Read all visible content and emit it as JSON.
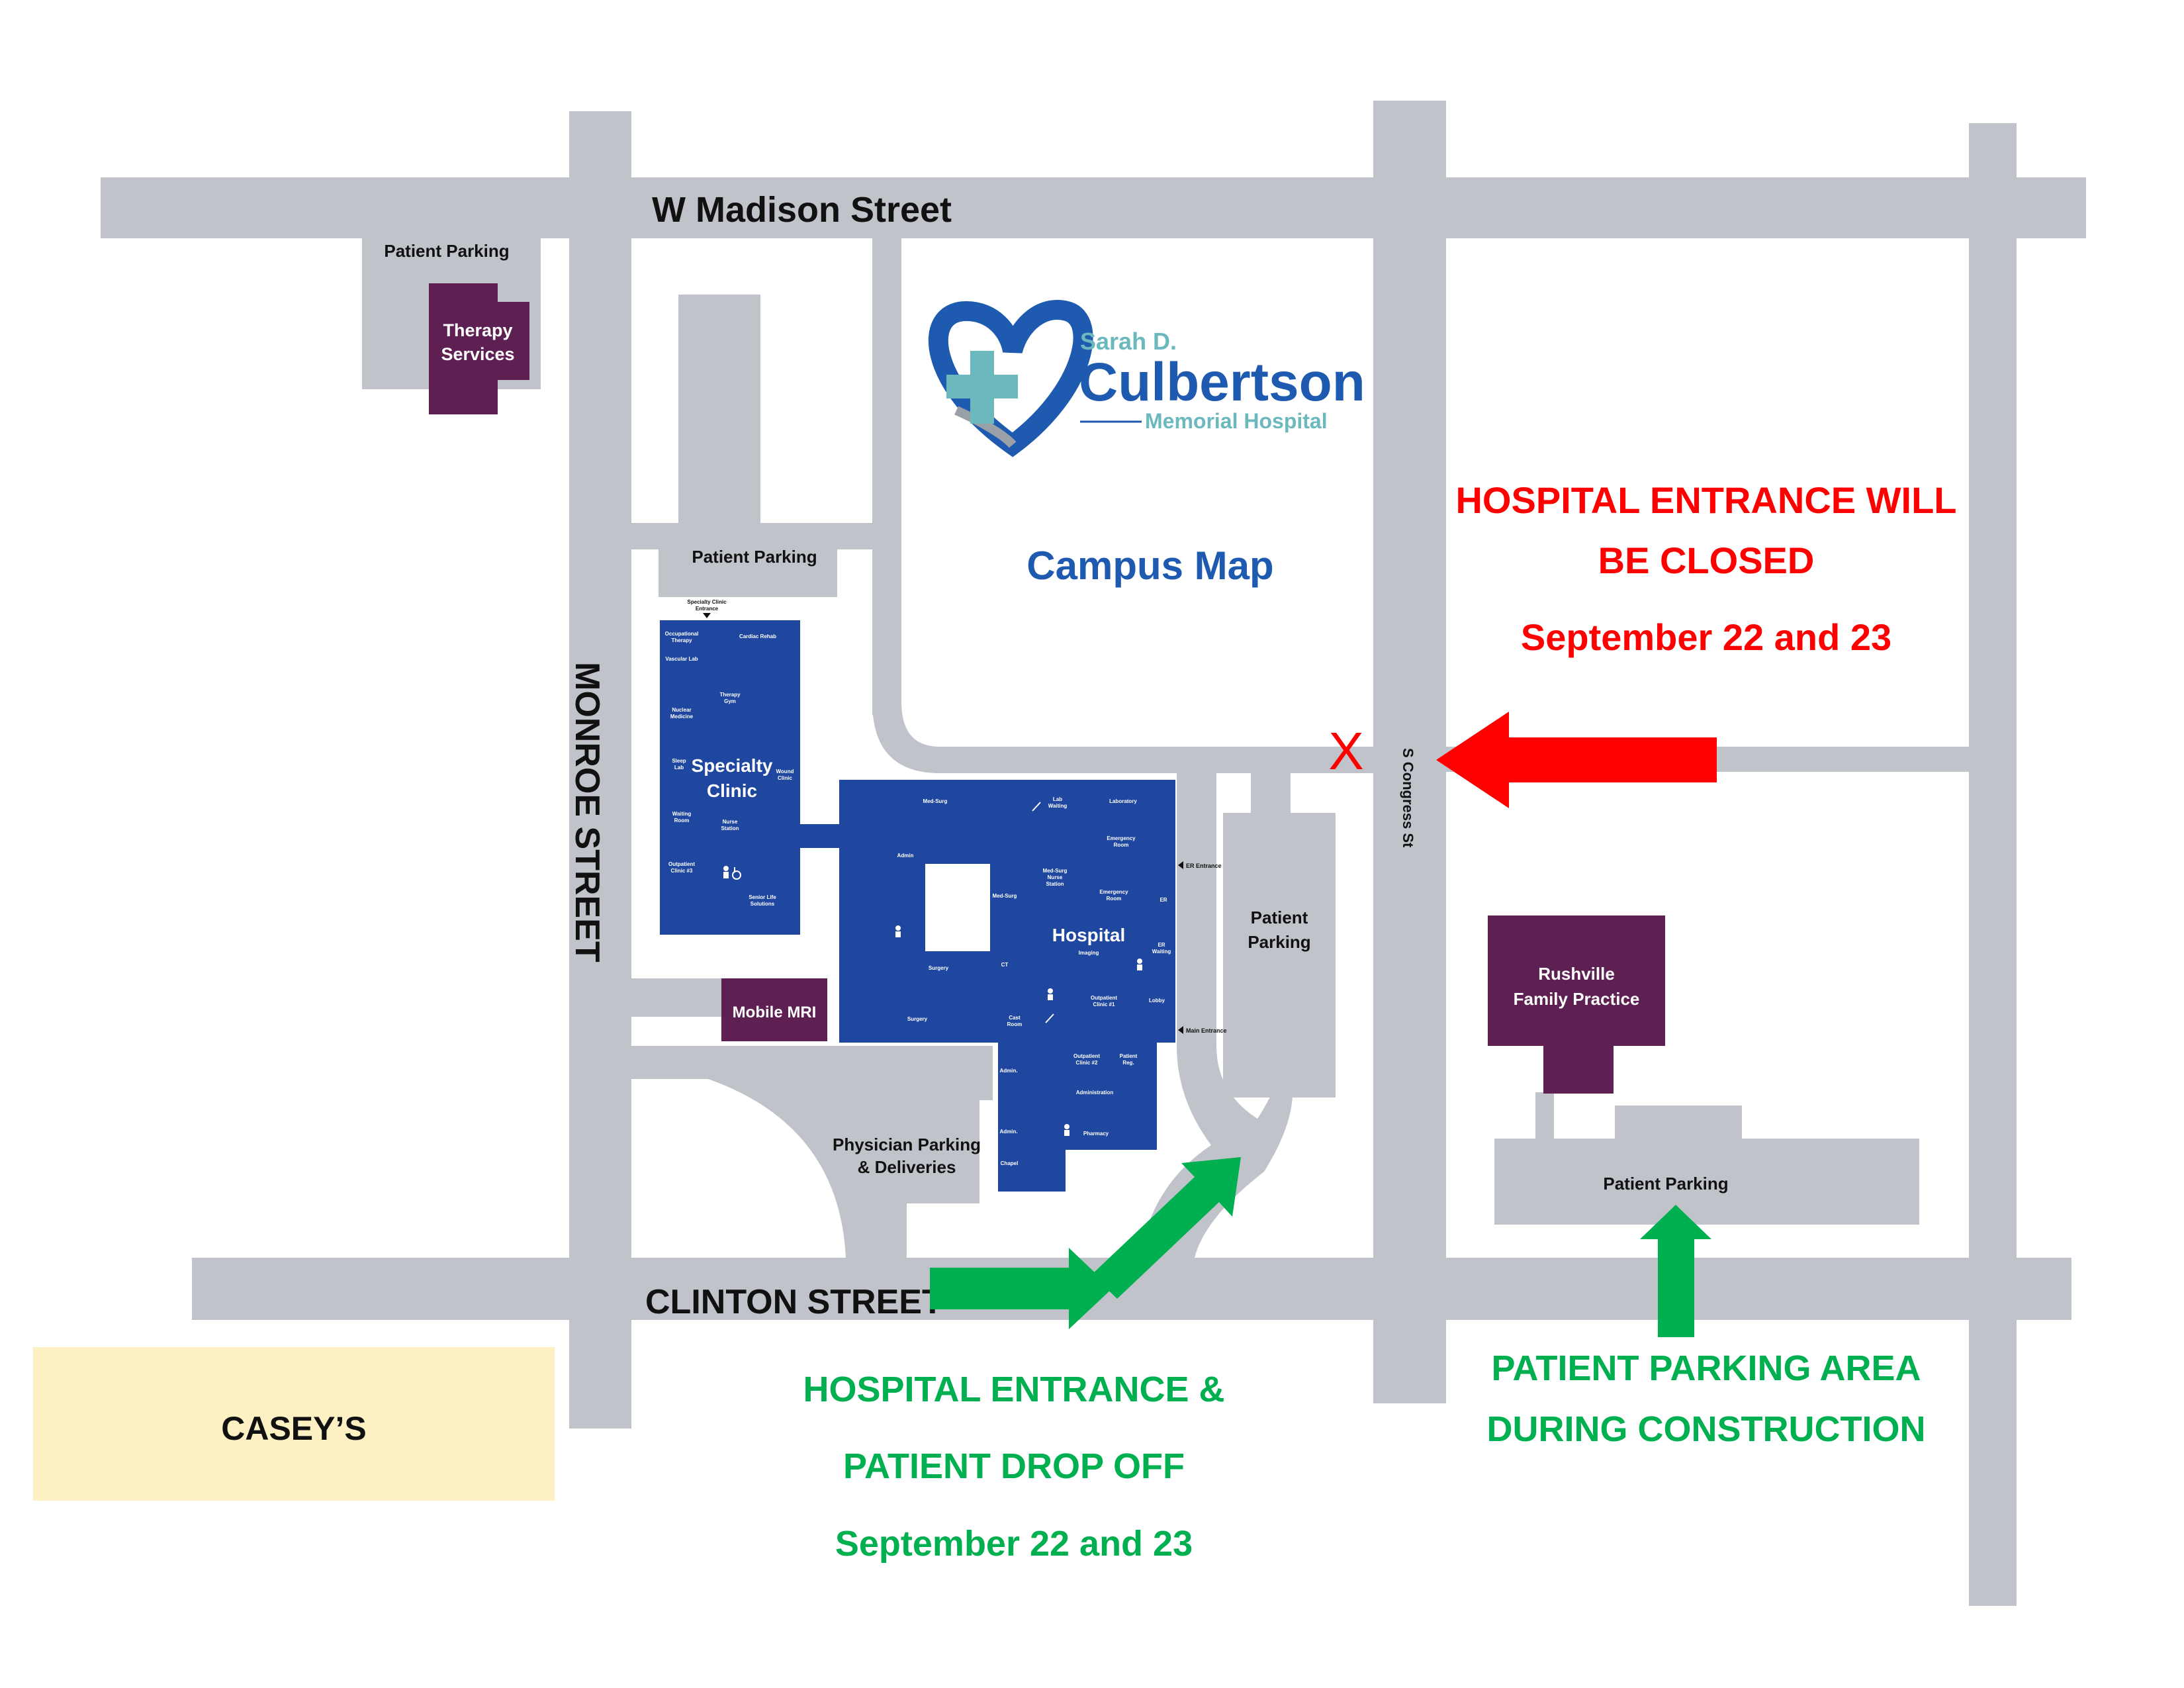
{
  "colors": {
    "road": "#c0c3c9",
    "building_blue": "#1f47a0",
    "building_purple": "#5e1f52",
    "closure_red": "#ff0000",
    "open_green": "#00b050",
    "caseys_bg": "#fdf1c4",
    "logo_blue": "#1e5bb0",
    "logo_teal": "#6bb8bd",
    "label_dark": "#111111"
  },
  "streets": {
    "north": "W Madison Street",
    "south": "CLINTON STREET",
    "west": "MONROE  STREET",
    "east": "S Congress St"
  },
  "logo": {
    "line1": "Sarah D.",
    "line2": "Culbertson",
    "line3": "Memorial Hospital",
    "icon": "heart-cross-icon"
  },
  "map_title": "Campus Map",
  "lots": {
    "northwest": "Patient Parking",
    "north_center": "Patient Parking",
    "east_small_1": "Patient",
    "east_small_2": "Parking",
    "physician_1": "Physician Parking",
    "physician_2": "& Deliveries",
    "southeast": "Patient Parking"
  },
  "buildings": {
    "therapy_1": "Therapy",
    "therapy_2": "Services",
    "specialty_1": "Specialty",
    "specialty_2": "Clinic",
    "specialty_entrance_1": "Specialty Clinic",
    "specialty_entrance_2": "Entrance",
    "mobile_mri": "Mobile MRI",
    "hospital": "Hospital",
    "rushville_1": "Rushville",
    "rushville_2": "Family Practice",
    "caseys": "CASEY’S"
  },
  "specialty_rooms": [
    "Occupational",
    "Therapy",
    "Cardiac Rehab",
    "Vascular Lab",
    "Therapy",
    "Gym",
    "Nuclear",
    "Medicine",
    "Sleep",
    "Lab",
    "Wound",
    "Clinic",
    "Waiting",
    "Room",
    "Nurse",
    "Station",
    "Outpatient",
    "Clinic #3",
    "Senior Life",
    "Solutions"
  ],
  "hospital_rooms": [
    "Med-Surg",
    "Lab",
    "Waiting",
    "Laboratory",
    "Emergency",
    "Room",
    "Admin",
    "Med-Surg",
    "Nurse",
    "Station",
    "Med-Surg",
    "Emergency",
    "Room",
    "ER",
    "Imaging",
    "ER",
    "Waiting",
    "Surgery",
    "CT",
    "Outpatient",
    "Clinic #1",
    "Lobby",
    "Surgery",
    "Cast",
    "Room",
    "Outpatient",
    "Clinic #2",
    "Patient",
    "Reg.",
    "Admin.",
    "Administration",
    "Admin.",
    "Pharmacy",
    "Chapel"
  ],
  "entrances": {
    "er": "ER Entrance",
    "main": "Main Entrance"
  },
  "closure_notice": {
    "line1": "HOSPITAL ENTRANCE WILL",
    "line2": "BE CLOSED",
    "line3": "September 22 and 23",
    "marker": "X"
  },
  "dropoff_notice": {
    "line1": "HOSPITAL ENTRANCE &",
    "line2": "PATIENT DROP OFF",
    "line3": "September 22 and 23"
  },
  "parking_notice": {
    "line1": "PATIENT PARKING AREA",
    "line2": "DURING CONSTRUCTION"
  }
}
